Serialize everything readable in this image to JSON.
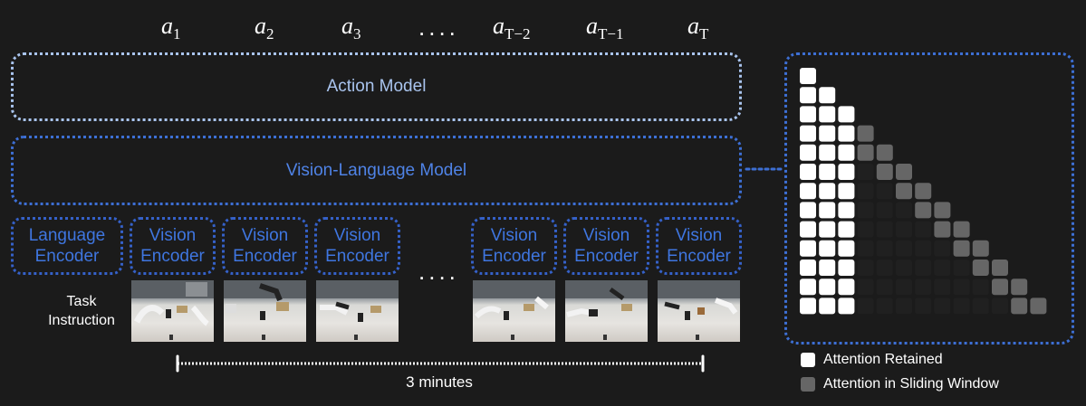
{
  "actions": {
    "a1": {
      "var": "a",
      "sub": "1"
    },
    "a2": {
      "var": "a",
      "sub": "2"
    },
    "a3": {
      "var": "a",
      "sub": "3"
    },
    "ellipsis": "....",
    "aT2": {
      "var": "a",
      "sub": "T−2"
    },
    "aT1": {
      "var": "a",
      "sub": "T−1"
    },
    "aT": {
      "var": "a",
      "sub": "T"
    }
  },
  "models": {
    "action": "Action Model",
    "vlm": "Vision-Language Model"
  },
  "encoders": {
    "language": [
      "Language",
      "Encoder"
    ],
    "vision": [
      "Vision",
      "Encoder"
    ],
    "ellipsis": "...."
  },
  "task_instruction": [
    "Task",
    "Instruction"
  ],
  "duration": "3 minutes",
  "legend": {
    "retained": "Attention Retained",
    "sliding": "Attention in Sliding Window"
  },
  "colors": {
    "retained": "#ffffff",
    "sliding": "#666666",
    "masked": "#202020",
    "vlm_blue": "#3d6fd4",
    "action_blue": "#a9c4ee"
  },
  "attention_matrix": {
    "rows": 13,
    "retained_columns": 3,
    "sliding_window": 2
  }
}
